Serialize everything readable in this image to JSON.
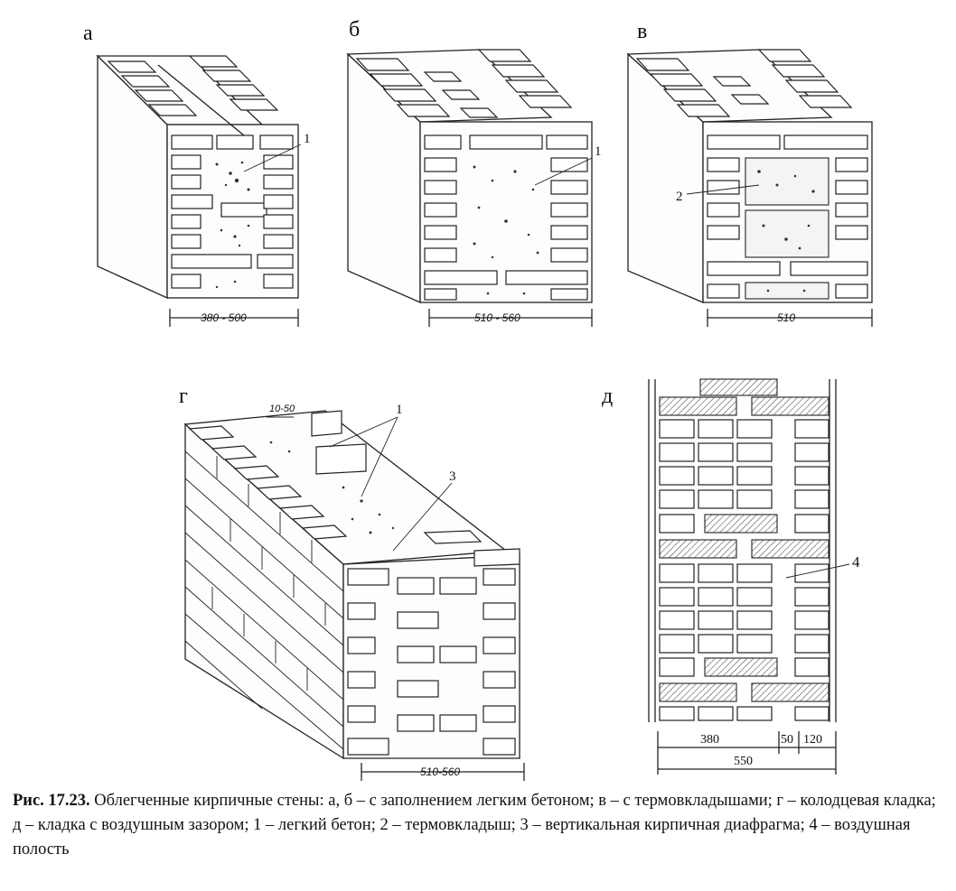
{
  "labels": {
    "a": "а",
    "b": "б",
    "v": "в",
    "g": "г",
    "d": "д"
  },
  "callouts": {
    "one": "1",
    "two": "2",
    "three": "3",
    "four": "4"
  },
  "dimensions": {
    "a": "380 - 500",
    "b": "510 - 560",
    "v": "510",
    "g_top": "10-50",
    "g_bottom": "510-560",
    "d_380": "380",
    "d_50": "50",
    "d_120": "120",
    "d_550": "550"
  },
  "caption": {
    "number": "Рис. 17.23.",
    "text": "Облегченные кирпичные стены: а, б – с заполнением легким бетоном; в – с термовкладышами; г – колодцевая кладка; д – кладка с воздушным зазором; 1 – легкий бетон; 2 – термовкладыш; 3 – вертикальная кирпичная диафрагма; 4 – воздушная полость"
  }
}
